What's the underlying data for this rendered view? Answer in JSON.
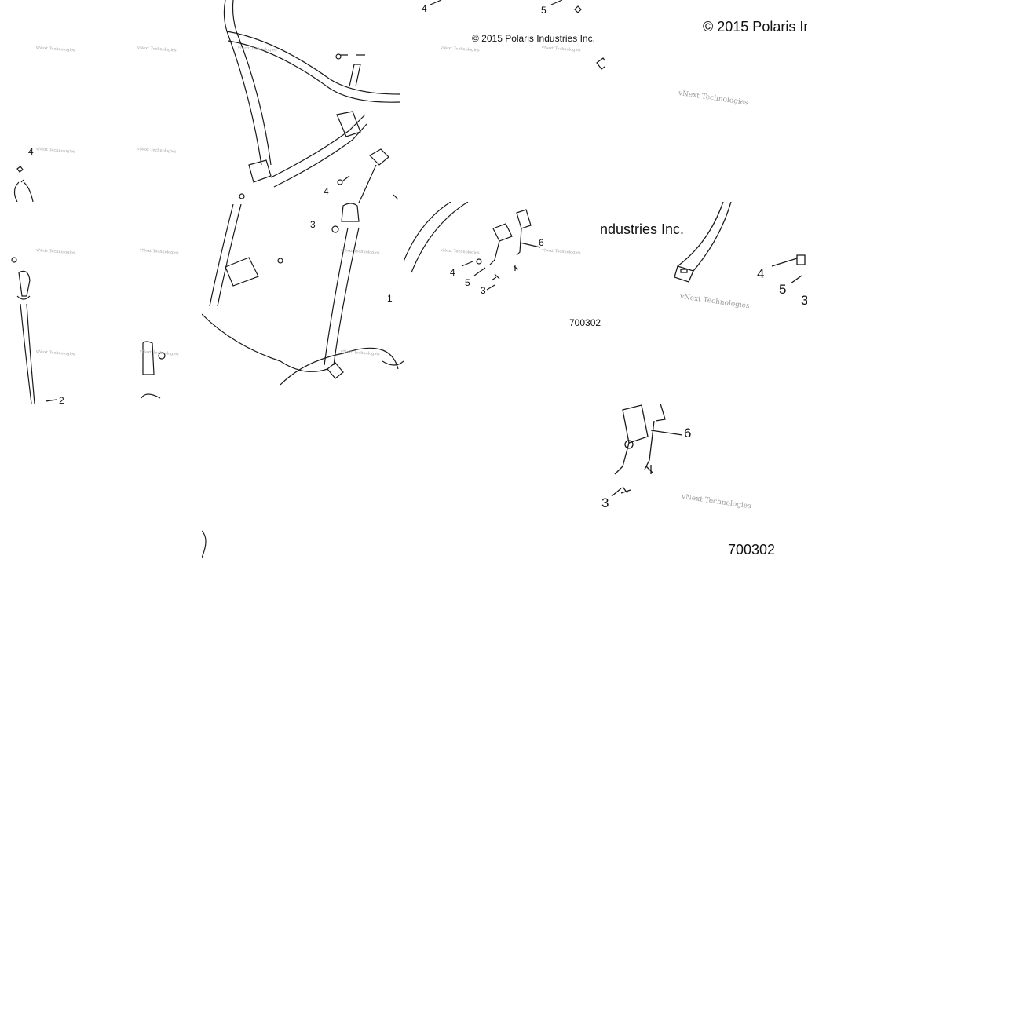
{
  "copyright_text": "© 2015 Polaris Industries Inc.",
  "copyright_fragment_top": "© 2015 Polaris Ir",
  "copyright_fragment_mid": "ndustries Inc.",
  "figure_number": "700302",
  "watermark_text": "vNext Technologies",
  "callouts": {
    "c1": "1",
    "c2": "2",
    "c3": "3",
    "c4": "4",
    "c5": "5",
    "c6": "6",
    "c3_partial": "3"
  },
  "colors": {
    "line": "#1a1a1a",
    "background": "#ffffff",
    "watermark": "#9a9a9a"
  }
}
